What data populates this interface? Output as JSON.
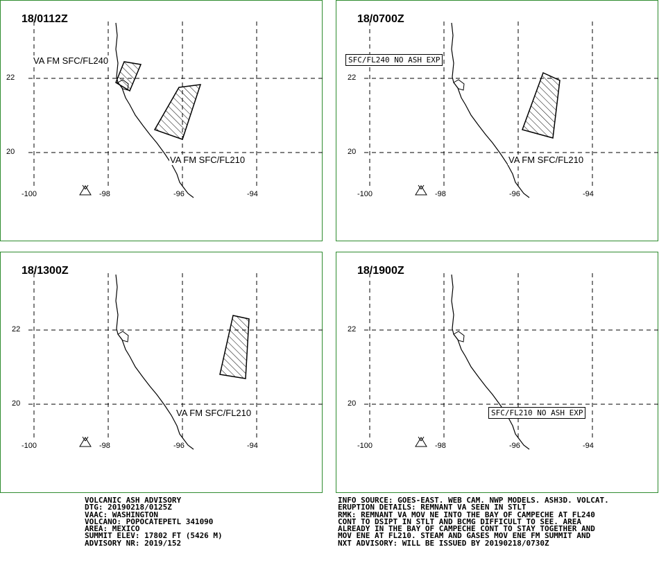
{
  "panels": [
    {
      "title": "18/0112Z",
      "lat_labels": [
        "22",
        "20"
      ],
      "lon_labels": [
        "-100",
        "-98",
        "-96",
        "-94"
      ],
      "annotations": {
        "va_north": "VA FM SFC/FL240",
        "va_south": "VA FM SFC/FL210"
      }
    },
    {
      "title": "18/0700Z",
      "lat_labels": [
        "22",
        "20"
      ],
      "lon_labels": [
        "-100",
        "-98",
        "-96",
        "-94"
      ],
      "annotations": {
        "no_ash": "SFC/FL240 NO ASH EXP",
        "va_south": "VA FM SFC/FL210"
      }
    },
    {
      "title": "18/1300Z",
      "lat_labels": [
        "22",
        "20"
      ],
      "lon_labels": [
        "-100",
        "-98",
        "-96",
        "-94"
      ],
      "annotations": {
        "va_south": "VA FM SFC/FL210"
      }
    },
    {
      "title": "18/1900Z",
      "lat_labels": [
        "22",
        "20"
      ],
      "lon_labels": [
        "-100",
        "-98",
        "-96",
        "-94"
      ],
      "annotations": {
        "no_ash": "SFC/FL210 NO ASH EXP"
      }
    }
  ],
  "advisory": [
    "VOLCANIC ASH ADVISORY",
    "DTG: 20190218/0125Z",
    "VAAC: WASHINGTON",
    "VOLCANO: POPOCATEPETL 341090",
    "AREA: MEXICO",
    "SUMMIT ELEV: 17802 FT (5426 M)",
    "ADVISORY NR: 2019/152"
  ],
  "info": [
    "INFO SOURCE: GOES-EAST. WEB CAM. NWP MODELS. ASH3D. VOLCAT.",
    "ERUPTION DETAILS: REMNANT VA SEEN IN STLT",
    "RMK: REMNANT VA MOV NE INTO THE BAY OF CAMPECHE AT FL240",
    "CONT TO DSIPT IN STLT AND BCMG DIFFICULT TO SEE. AREA",
    "ALREADY IN THE BAY OF CAMPECHE CONT TO STAY TOGETHER AND",
    "MOV ENE AT FL210. STEAM AND GASES MOV ENE FM SUMMIT AND",
    "NXT ADVISORY: WILL BE ISSUED BY 20190218/0730Z"
  ],
  "colors": {
    "frame": "#2e8b2e"
  },
  "icons": {
    "volcano": "volcano-icon"
  }
}
